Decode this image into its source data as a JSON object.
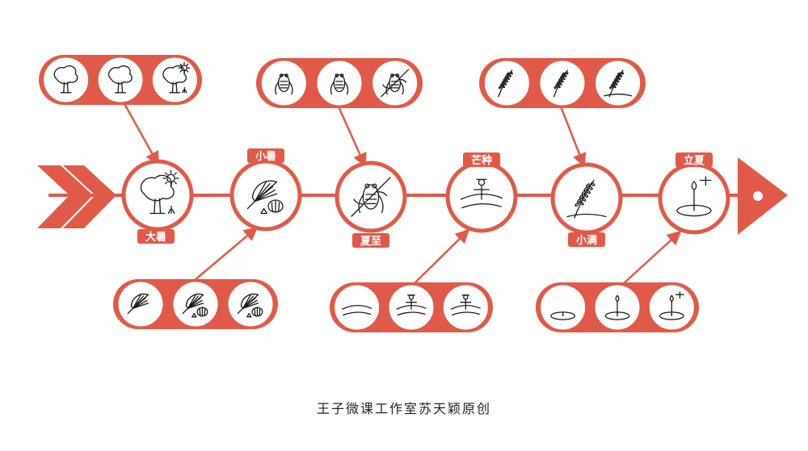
{
  "colors": {
    "accent": "#e05a47",
    "line_art": "#1a1a1a",
    "background": "#ffffff"
  },
  "terms": [
    {
      "label": "大暑",
      "icon": "tree-sun-icon"
    },
    {
      "label": "小暑",
      "icon": "fan-watermelon-icon"
    },
    {
      "label": "夏至",
      "icon": "cicada-branch-icon"
    },
    {
      "label": "芒种",
      "icon": "scarecrow-field-icon"
    },
    {
      "label": "小满",
      "icon": "wheat-grain-icon"
    },
    {
      "label": "立夏",
      "icon": "lotus-dragonfly-icon"
    }
  ],
  "groups": [
    {
      "term": "大暑",
      "icons": [
        "tree-icon",
        "tree-icon",
        "tree-sun-icon"
      ]
    },
    {
      "term": "小暑",
      "icons": [
        "fan-icon",
        "fan-watermelon-icon",
        "fan-watermelon-icon"
      ]
    },
    {
      "term": "夏至",
      "icons": [
        "cicada-icon",
        "cicada-icon",
        "cicada-branch-icon"
      ]
    },
    {
      "term": "芒种",
      "icons": [
        "hill-icon",
        "scarecrow-icon",
        "scarecrow-field-icon"
      ]
    },
    {
      "term": "小满",
      "icons": [
        "wheat-icon",
        "wheat-icon",
        "wheat-grain-icon"
      ]
    },
    {
      "term": "立夏",
      "icons": [
        "lotus-leaf-icon",
        "lotus-bud-icon",
        "lotus-dragonfly-icon"
      ]
    }
  ],
  "footer": {
    "caption": "王子微课工作室苏天颖原创"
  }
}
